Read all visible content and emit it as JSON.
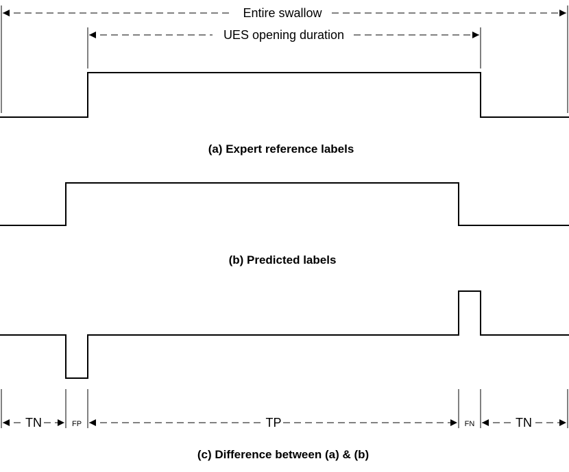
{
  "annotations": {
    "entire_swallow": "Entire swallow",
    "ues_opening_duration": "UES opening duration"
  },
  "captions": {
    "a": "(a) Expert reference labels",
    "b": "(b) Predicted labels",
    "c": "(c) Difference between (a) & (b)"
  },
  "segments": {
    "tn_left": "TN",
    "fp": "FP",
    "tp": "TP",
    "fn": "FN",
    "tn_right": "TN"
  }
}
